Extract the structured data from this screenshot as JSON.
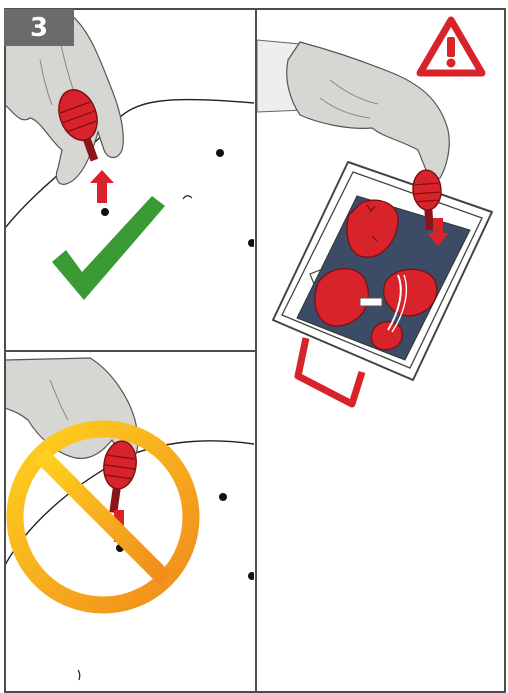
{
  "step": {
    "number": "3"
  },
  "panels": [
    {
      "name": "correct-removal",
      "status": "correct"
    },
    {
      "name": "incorrect-removal",
      "status": "prohibited"
    },
    {
      "name": "disposal-into-tray",
      "status": "warning"
    }
  ],
  "colors": {
    "frame": "#4d4d4d",
    "glove": "#d6d6d2",
    "plug_red": "#d8232a",
    "check_green": "#3a9a34",
    "prohibit_yellow": "#f7b924",
    "prohibit_orange": "#f08a1c",
    "tray_liner": "#3d4c66",
    "warning_red": "#d8232a"
  },
  "icons": [
    "check-icon",
    "prohibited-icon",
    "warning-icon",
    "arrow-up-icon",
    "arrow-down-icon"
  ]
}
